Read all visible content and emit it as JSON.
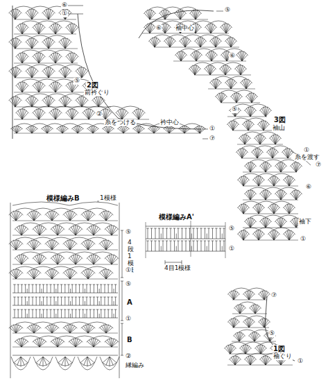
{
  "diagram": {
    "labels": [
      "⑥",
      "①",
      "⑤",
      "2図",
      "前衿ぐり",
      "②",
      "糸をつける",
      "衿中心",
      "①",
      "⑦",
      "⑤",
      "⑥",
      "袖中心",
      "⑥",
      "⑤",
      "3図",
      "袖山",
      "①",
      "糸を渡す",
      "⑦",
      "⑥",
      "袖下",
      "①",
      "模様編みB",
      "1模様",
      "⑤",
      "4段1模様",
      "①",
      "⑤",
      "A",
      "①",
      "B",
      "②",
      "縁編み",
      "模様編みA'",
      "⑤",
      "①",
      "4目1模様",
      "⑦",
      "⑤",
      "1図",
      "袖ぐり",
      "①"
    ]
  }
}
